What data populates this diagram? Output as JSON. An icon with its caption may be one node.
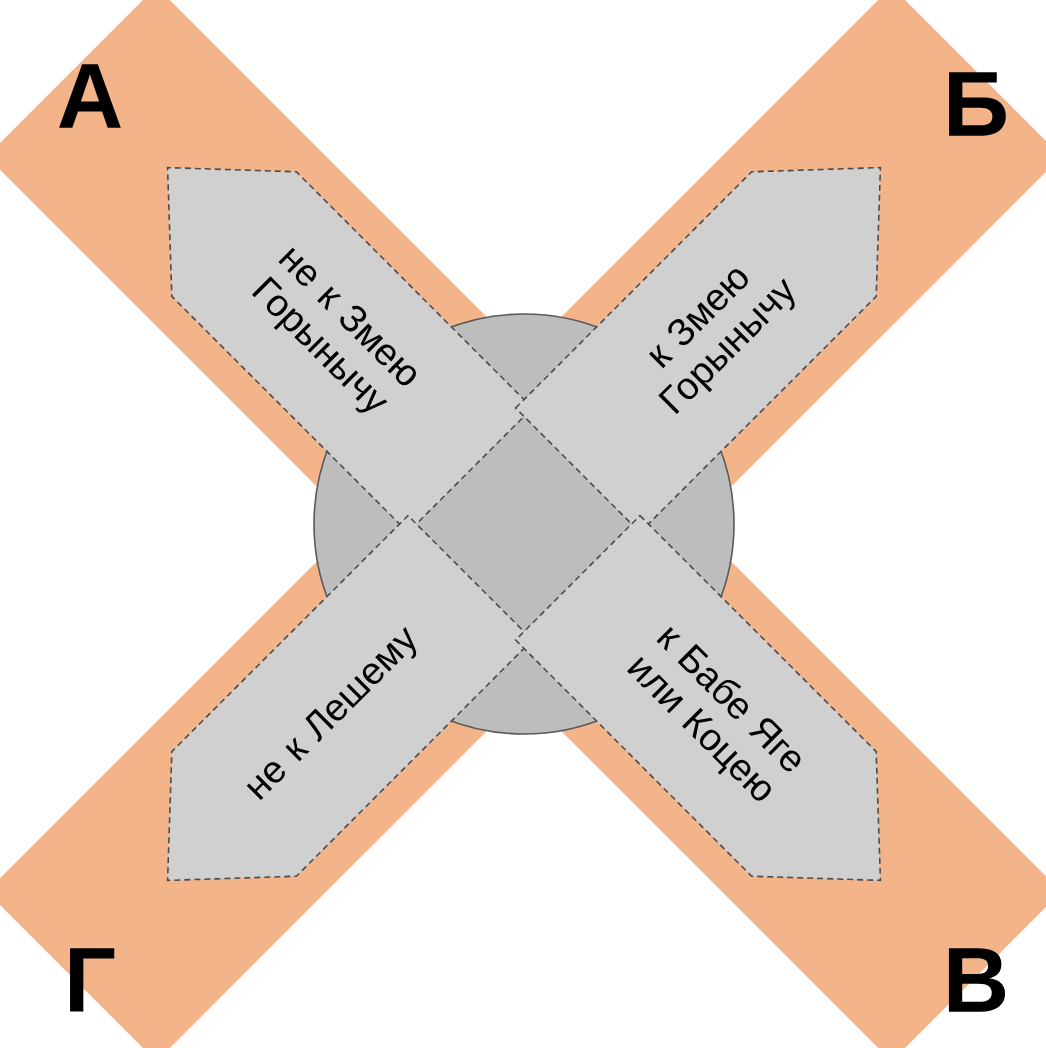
{
  "diagram": {
    "nodes": [
      {
        "text": [
          "не к Змею Горынычу"
        ]
      },
      {
        "text": [
          "к Змею Горынычу"
        ]
      },
      {
        "text": [
          "не к Лешему"
        ]
      },
      {
        "text": [
          "к Бабе Яге или Коцею"
        ]
      },
      {
        "text": [],
        "shape": "circle"
      }
    ],
    "labels": [
      "А",
      "Б",
      "Г",
      "В"
    ]
  }
}
